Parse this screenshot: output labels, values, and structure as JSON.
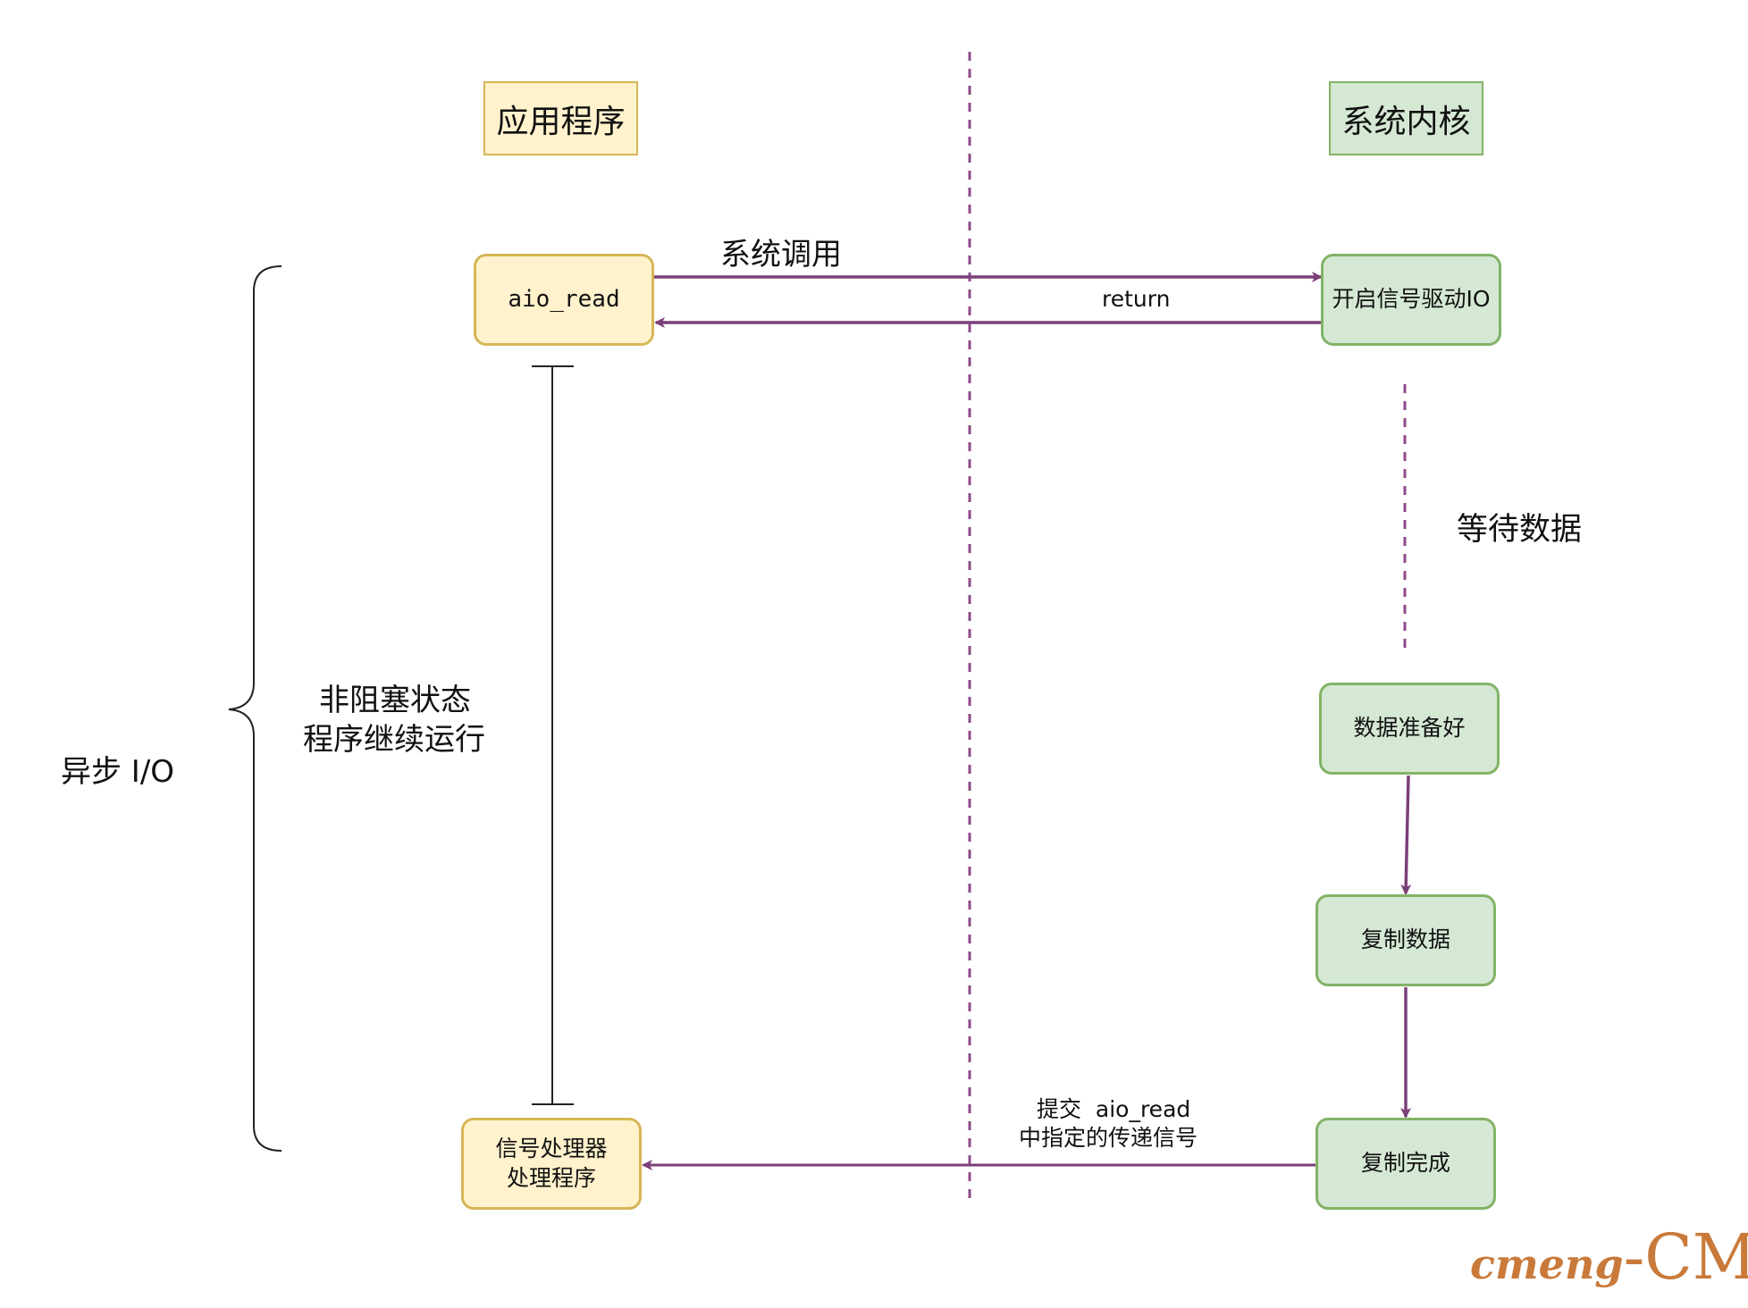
{
  "headers": {
    "app": "应用程序",
    "kernel": "系统内核"
  },
  "nodes": {
    "aio_read": "aio_read",
    "signal_io": "开启信号驱动IO",
    "data_ready": "数据准备好",
    "copy_data": "复制数据",
    "copy_done": "复制完成",
    "signal_handler_line1": "信号处理器",
    "signal_handler_line2": "处理程序"
  },
  "edge_labels": {
    "syscall": "系统调用",
    "return": "return",
    "wait_data": "等待数据",
    "submit_line1": "提交  aio_read",
    "submit_line2": "中指定的传递信号"
  },
  "annotations": {
    "nonblocking_line1": "非阻塞状态",
    "nonblocking_line2": "程序继续运行",
    "async_io": "异步 I/O"
  },
  "watermark": {
    "text1": "cmeng",
    "text2": "-CM"
  },
  "colors": {
    "arrow": "#7b3f7a",
    "divider": "#8e4a8a",
    "yellow_fill": "#fff2cc",
    "yellow_border": "#d6b656",
    "green_fill": "#d5e8d4",
    "green_border": "#82b366",
    "watermark": "#c97a3a"
  }
}
